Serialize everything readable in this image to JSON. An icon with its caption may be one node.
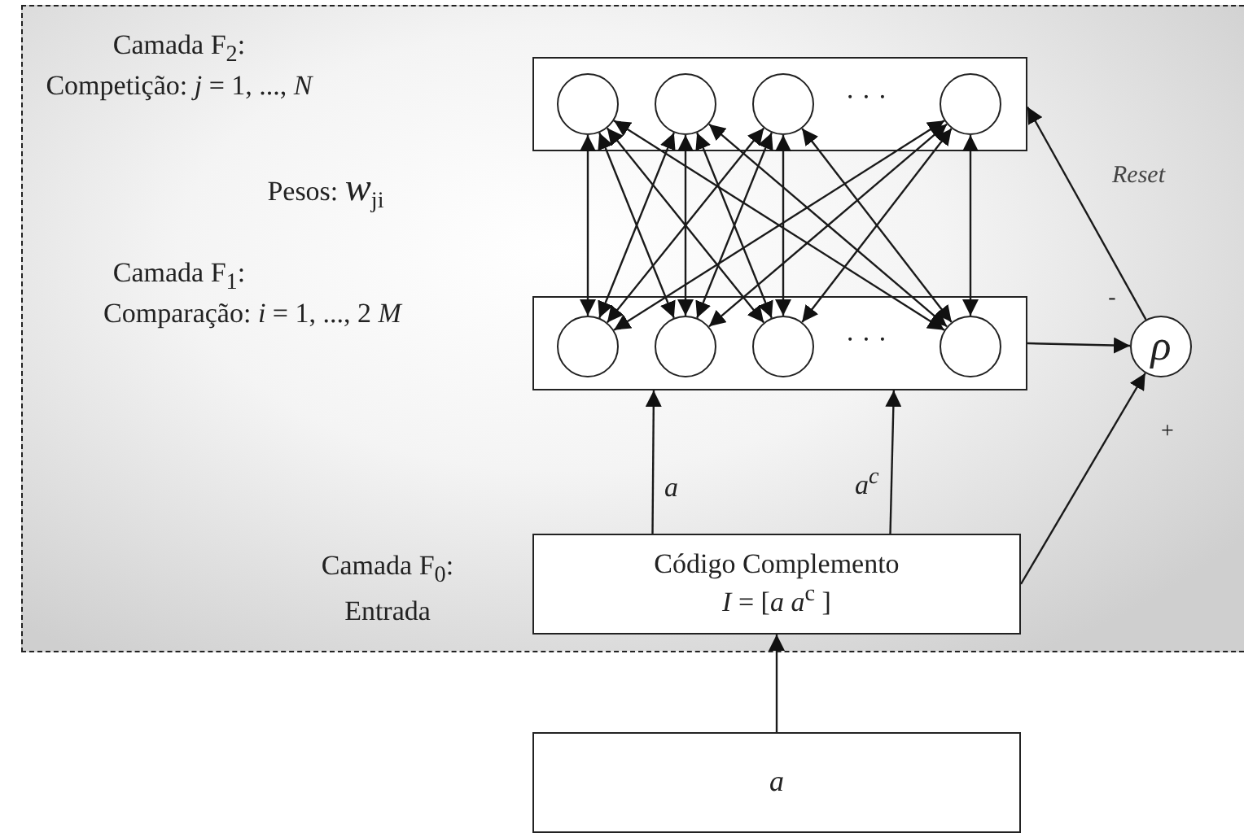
{
  "diagram": {
    "nodes": [
      {
        "text": [],
        "shape": "box"
      },
      {
        "text": [],
        "shape": "circle",
        "in": 0
      },
      {
        "text": [],
        "shape": "circle",
        "in": 0
      },
      {
        "text": [],
        "shape": "circle",
        "in": 0
      },
      {
        "text": [],
        "shape": "circle",
        "in": 0
      },
      {
        "text": [],
        "shape": "box"
      },
      {
        "text": [],
        "shape": "circle",
        "in": 5
      },
      {
        "text": [],
        "shape": "circle",
        "in": 5
      },
      {
        "text": [],
        "shape": "circle",
        "in": 5
      },
      {
        "text": [],
        "shape": "circle",
        "in": 5
      },
      {
        "text": [
          "ρ"
        ]
      },
      {
        "text": [
          "Código Complemento",
          "*I* = [*a*  *a*$^{c}$ ]"
        ]
      },
      {
        "text": [
          "a"
        ]
      }
    ],
    "edges": [
      {
        "from": 1,
        "to": 6,
        "arrow": "both"
      },
      {
        "from": 1,
        "to": 7,
        "arrow": "both"
      },
      {
        "from": 1,
        "to": 8,
        "arrow": "both"
      },
      {
        "from": 1,
        "to": 9,
        "arrow": "both"
      },
      {
        "from": 2,
        "to": 6,
        "arrow": "both"
      },
      {
        "from": 2,
        "to": 7,
        "arrow": "both"
      },
      {
        "from": 2,
        "to": 8,
        "arrow": "both"
      },
      {
        "from": 2,
        "to": 9,
        "arrow": "both"
      },
      {
        "from": 3,
        "to": 6,
        "arrow": "both"
      },
      {
        "from": 3,
        "to": 7,
        "arrow": "both"
      },
      {
        "from": 3,
        "to": 8,
        "arrow": "both"
      },
      {
        "from": 3,
        "to": 9,
        "arrow": "both"
      },
      {
        "from": 4,
        "to": 6,
        "arrow": "both"
      },
      {
        "from": 4,
        "to": 7,
        "arrow": "both"
      },
      {
        "from": 4,
        "to": 8,
        "arrow": "both"
      },
      {
        "from": 4,
        "to": 9,
        "arrow": "both"
      },
      {
        "from": 5,
        "to": 10,
        "arrow": "to"
      },
      {
        "from": 10,
        "to": 0,
        "arrow": "to",
        "label": "Reset"
      },
      {
        "from": 11,
        "to": 10,
        "arrow": "to"
      },
      {
        "from": 11,
        "to": 5,
        "arrow": "to",
        "label": "a"
      },
      {
        "from": 11,
        "to": 5,
        "arrow": "to",
        "label": "a$^{c}$"
      },
      {
        "from": 12,
        "to": 11,
        "arrow": "to"
      }
    ],
    "labels": [
      "Camada F$_{2}$:",
      "Competição: *j* = 1, ..., *N*",
      "· · ·",
      "Pesos: *w*$_{ji}$",
      "Camada F$_{1}$:",
      "Comparação: *i* = 1, ..., 2 *M*",
      "· · ·",
      "-",
      "+",
      "Camada F$_{0}$:",
      "Entrada"
    ]
  }
}
